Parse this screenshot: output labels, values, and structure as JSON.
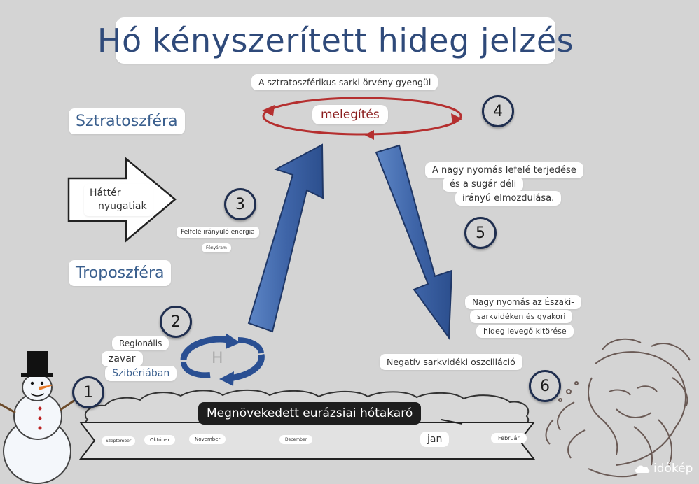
{
  "title": "Hó kényszerített hideg jelzés",
  "stratosphere_label": "Sztratoszféra",
  "troposphere_label": "Troposzféra",
  "vortex_note": "A sztratoszférikus sarki örvény gyengül",
  "warming_label": "melegítés",
  "background_westerlies": {
    "line1": "Háttér",
    "line2": "nyugatiak"
  },
  "upward_energy": "Felfelé irányuló energia",
  "upward_energy_sub": "Fényáram",
  "regional": {
    "line1": "Regionális",
    "line2": "zavar",
    "line3": "Szibériában"
  },
  "high_pressure_marker": "H",
  "descent_note": {
    "line1": "A nagy nyomás lefelé terjedése",
    "line2": "és a sugár déli",
    "line3": "irányú elmozdulása."
  },
  "arctic_note": {
    "line1": "Nagy nyomás az Északi-",
    "line2": "sarkvidéken és gyakori",
    "line3": "hideg levegő kitörése"
  },
  "negative_ao": "Negatív sarkvidéki oszcilláció",
  "snow_cover": "Megnövekedett eurázsiai hótakaró",
  "months": {
    "sep": "Szeptember",
    "oct": "Október",
    "nov": "November",
    "dec": "December",
    "jan": "jan",
    "feb": "Február"
  },
  "steps": [
    "1",
    "2",
    "3",
    "4",
    "5",
    "6"
  ],
  "logo_text": "időkép",
  "colors": {
    "title": "#2f4a7a",
    "arrow": "#3f65a8",
    "ellipse": "#b52f2f",
    "warming_text": "#8b1e1e",
    "background": "#d4d4d4"
  }
}
